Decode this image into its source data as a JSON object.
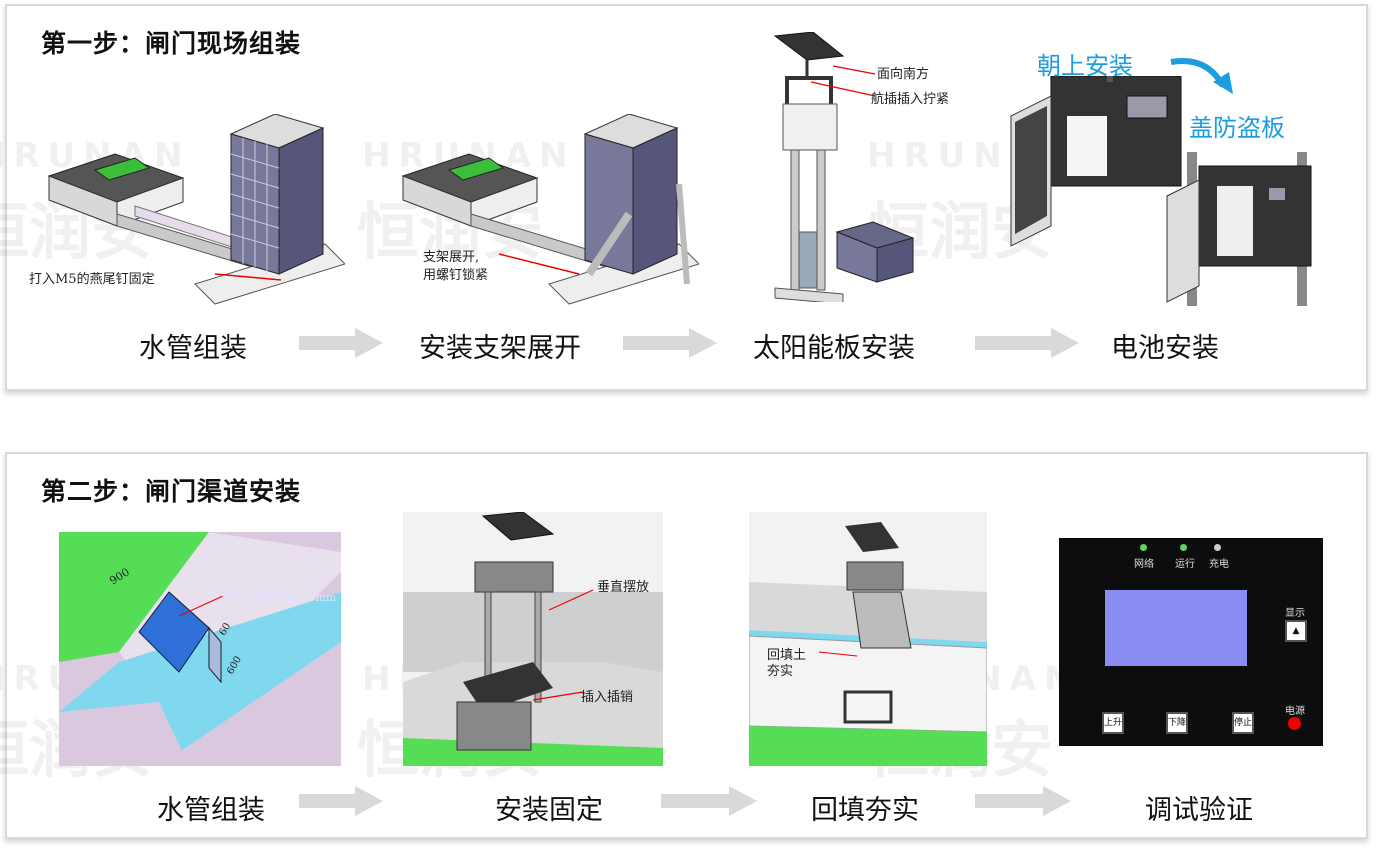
{
  "watermark": {
    "en": "HRUNAN",
    "cn": "恒润安"
  },
  "step1": {
    "title": "第一步：闸门现场组装",
    "labels": [
      "水管组装",
      "安装支架展开",
      "太阳能板安装",
      "电池安装"
    ],
    "annotations": {
      "dovetail": "打入M5的燕尾钉固定",
      "bracket": "支架展开,",
      "bracket2": "用螺钉锁紧",
      "south": "面向南方",
      "plug": "航插插入拧紧"
    },
    "callouts": {
      "up": "朝上安装",
      "cover": "盖防盗板"
    }
  },
  "step2": {
    "title": "第二步：闸门渠道安装",
    "labels": [
      "水管组装",
      "安装固定",
      "回填夯实",
      "调试验证"
    ],
    "annotations": {
      "width": "900",
      "depth": "深度：离渠道底0.0mm",
      "w2": "60",
      "w3": "600",
      "vertical": "垂直摆放",
      "pin": "插入插销",
      "backfill": "回填土",
      "backfill2": "夯实"
    },
    "controller": {
      "leds": [
        "网络",
        "运行",
        "充电"
      ],
      "show": "显示",
      "power": "电源",
      "buttons": [
        "上升",
        "下降",
        "停止"
      ]
    }
  },
  "colors": {
    "accent_blue": "#1e9ce0",
    "arrow_gray": "#d9d9d9",
    "screen_blue": "#8c8cf5",
    "green": "#5cd65c",
    "cyan": "#80d8ee",
    "lilac": "#d9c8de"
  }
}
